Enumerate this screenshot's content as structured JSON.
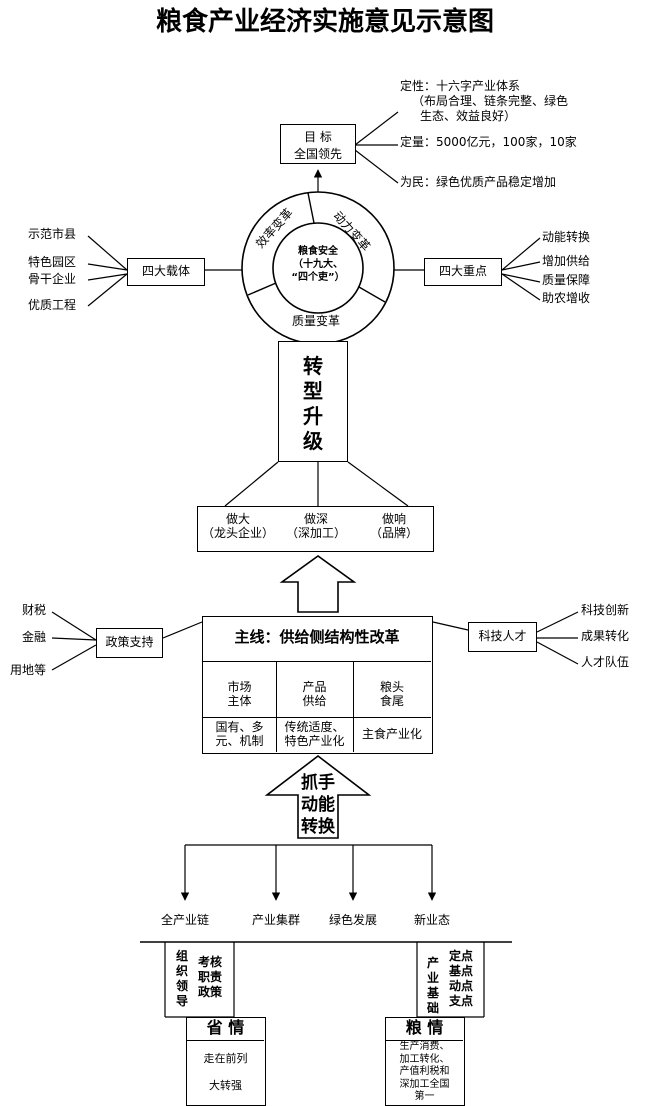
{
  "title": "粮食产业经济实施意见示意图",
  "goal": {
    "box_line1": "目  标",
    "box_line2": "全国领先",
    "qualitative": "定性：十六字产业体系",
    "qualitative_detail_1": "（布局合理、链条完整、绿色",
    "qualitative_detail_2": "生态、效益良好）",
    "quantitative": "定量：5000亿元，100家，10家",
    "for_people": "为民：绿色优质产品稳定增加"
  },
  "circle": {
    "center_line1": "粮食安全",
    "center_line2": "（十九大、",
    "center_line3": "“四个吏”）",
    "seg_efficiency": "效率变革",
    "seg_power": "动力变革",
    "seg_quality": "质量变革"
  },
  "four_carriers": {
    "box": "四大载体",
    "items": [
      "示范市县",
      "特色园区",
      "骨干企业",
      "优质工程"
    ]
  },
  "four_focus": {
    "box": "四大重点",
    "items": [
      "动能转换",
      "增加供给",
      "质量保障",
      "助农增收"
    ]
  },
  "upgrade": {
    "chars": [
      "转",
      "型",
      "升",
      "级"
    ]
  },
  "do_box": {
    "items": [
      {
        "line1": "做大",
        "line2": "（龙头企业）"
      },
      {
        "line1": "做深",
        "line2": "（深加工）"
      },
      {
        "line1": "做响",
        "line2": "（品牌）"
      }
    ]
  },
  "policy": {
    "box": "政策支持",
    "items": [
      "财税",
      "金融",
      "用地等"
    ]
  },
  "talent": {
    "box": "科技人才",
    "items": [
      "科技创新",
      "成果转化",
      "人才队伍"
    ]
  },
  "mainline": {
    "title": "主线：供给侧结构性改革",
    "columns": [
      {
        "head1": "市场",
        "head2": "主体",
        "body1": "国有、多",
        "body2": "元、机制"
      },
      {
        "head1": "产品",
        "head2": "供给",
        "body1": "传统适度、",
        "body2": "特色产业化"
      },
      {
        "head1": "粮头",
        "head2": "食尾",
        "body1": "主食产业化",
        "body2": ""
      }
    ]
  },
  "grasp": {
    "line1": "抓手",
    "line2": "动能",
    "line3": "转换"
  },
  "branches": [
    "全产业链",
    "产业集群",
    "绿色发展",
    "新业态"
  ],
  "base": {
    "left_col1": [
      "组",
      "织",
      "领",
      "导"
    ],
    "left_col2": [
      "考核",
      "职责",
      "政策"
    ],
    "right_col1": [
      "产",
      "业",
      "基",
      "础"
    ],
    "right_col2": [
      "定点",
      "基点",
      "动点",
      "支点"
    ]
  },
  "province": {
    "label": "省  情",
    "line1": "走在前列",
    "line2": "大转强"
  },
  "grain": {
    "label": "粮  情",
    "lines": [
      "生产消费、",
      "加工转化、",
      "产值利税和",
      "深加工全国",
      "第一"
    ]
  }
}
